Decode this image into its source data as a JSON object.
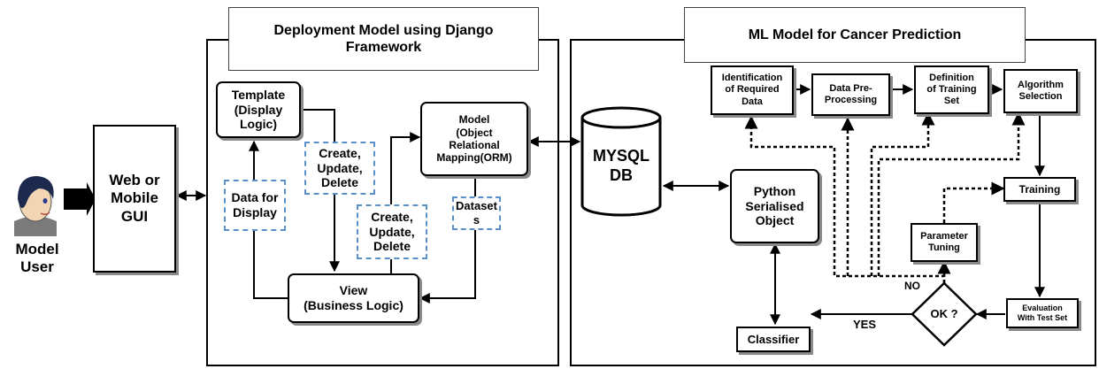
{
  "user": {
    "label": "Model\nUser"
  },
  "gui": {
    "label": "Web or\nMobile\nGUI"
  },
  "django": {
    "title": "Deployment Model  using Django\nFramework",
    "template": "Template\n(Display\nLogic)",
    "model": "Model\n(Object\nRelational\nMapping(ORM)",
    "view": "View\n(Business Logic)",
    "crud_top": "Create,\nUpdate,\nDelete",
    "crud_bottom": "Create,\nUpdate,\nDelete",
    "data_display": "Data for\nDisplay",
    "datasets": "Dataset\ns"
  },
  "db": {
    "label": "MYSQL\nDB"
  },
  "ml": {
    "title": "ML Model for Cancer Prediction",
    "identification": "Identification\nof Required\nData",
    "preprocessing": "Data Pre-\nProcessing",
    "training_set": "Definition\nof Training\nSet",
    "algorithm": "Algorithm\nSelection",
    "training": "Training",
    "parameter_tuning": "Parameter\nTuning",
    "evaluation": "Evaluation\nWith Test Set",
    "decision": "OK ?",
    "yes": "YES",
    "no": "NO",
    "classifier": "Classifier",
    "python_object": "Python\nSerialised\nObject"
  }
}
